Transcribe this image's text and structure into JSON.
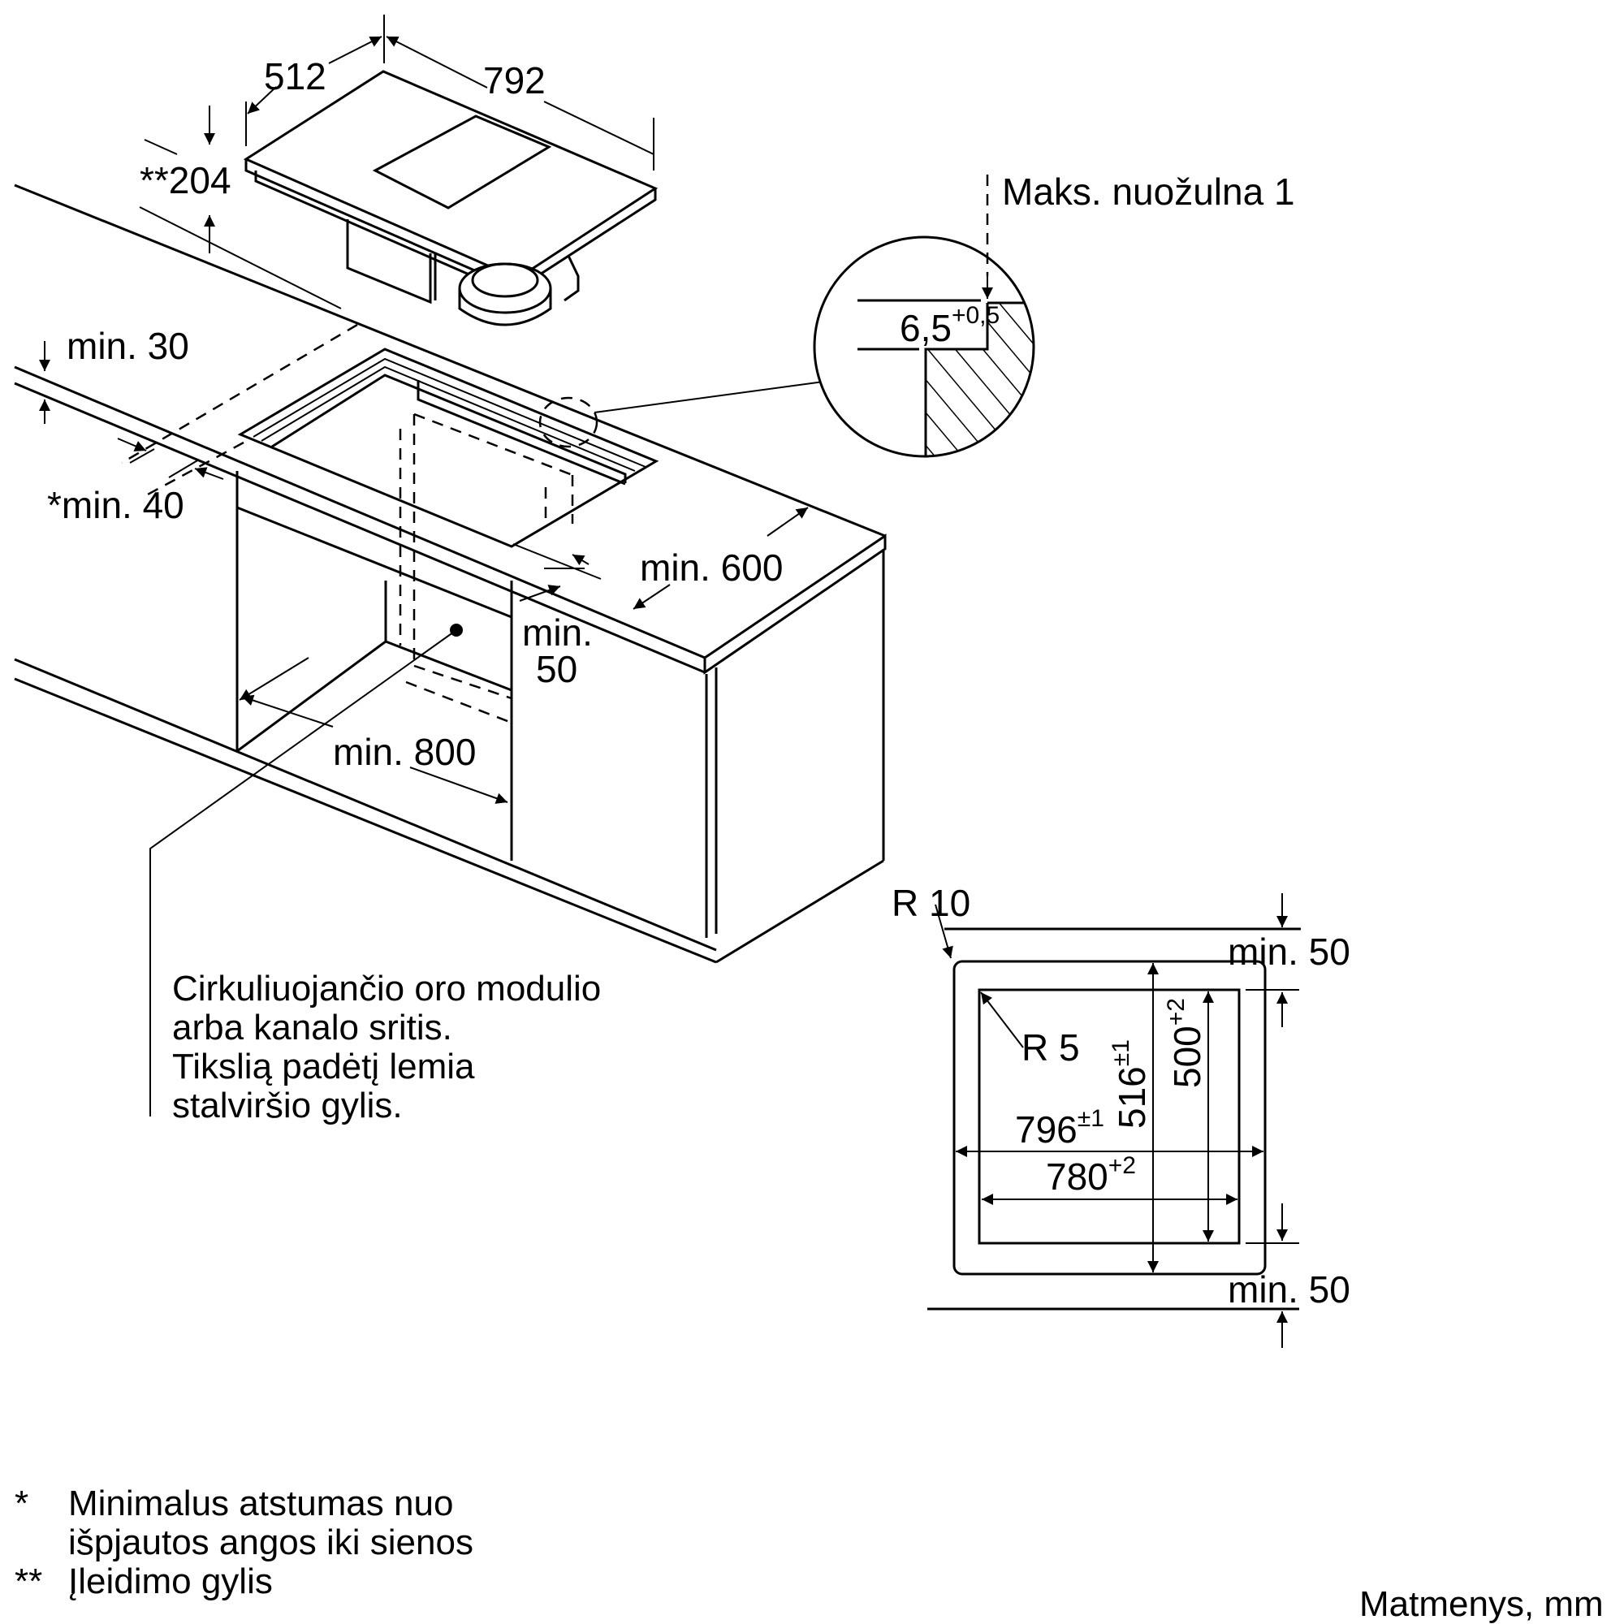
{
  "appliance": {
    "depth": "512",
    "width": "792",
    "height": "**204"
  },
  "countertop": {
    "min_thickness": "min. 30",
    "min_wall_distance": "*min. 40",
    "min_depth": "min. 600",
    "min_front_distance_line1": "min.",
    "min_front_distance_line2": "50",
    "min_cabinet_width": "min. 800"
  },
  "detail": {
    "slope_label": "Maks. nuožulna 1",
    "rebate_value": "6,5",
    "rebate_tolerance": "+0,5"
  },
  "callout": {
    "lines": [
      "Cirkuliuojančio oro modulio",
      "arba kanalo sritis.",
      "Tikslią padėtį lemia",
      "stalviršio gylis."
    ]
  },
  "cutout": {
    "outer_radius": "R 10",
    "inner_radius": "R 5",
    "outer_width": "796",
    "outer_width_tol": "±1",
    "inner_width": "780",
    "inner_width_tol": "+2",
    "outer_depth": "516",
    "outer_depth_tol": "±1",
    "inner_depth": "500",
    "inner_depth_tol": "+2",
    "min_top": "min. 50",
    "min_bottom": "min. 50"
  },
  "footnotes": [
    {
      "mark": "*",
      "lines": [
        "Minimalus atstumas nuo",
        "išpjautos angos iki sienos"
      ]
    },
    {
      "mark": "**",
      "lines": [
        "Įleidimo gylis"
      ]
    }
  ],
  "units_label": "Matmenys, mm"
}
